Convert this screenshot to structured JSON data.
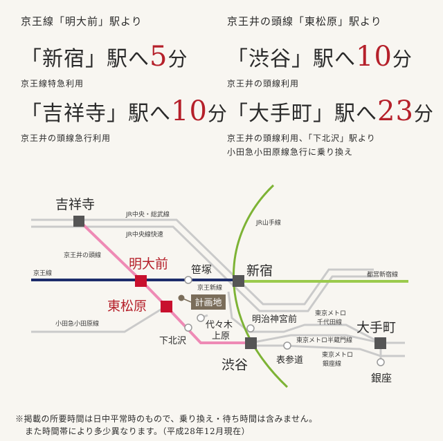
{
  "routes": [
    {
      "from": "京王線「明大前」駅より",
      "dest": "「新宿」駅へ",
      "time": "5",
      "unit": "分",
      "note": "京王線特急利用"
    },
    {
      "from": "",
      "dest": "「吉祥寺」駅へ",
      "time": "10",
      "unit": "分",
      "note": "京王井の頭線急行利用"
    },
    {
      "from": "京王井の頭線「東松原」駅より",
      "dest": "「渋谷」駅へ",
      "time": "10",
      "unit": "分",
      "note": "京王井の頭線利用"
    },
    {
      "from": "",
      "dest": "「大手町」駅へ",
      "time": "23",
      "unit": "分",
      "note": "京王井の頭線利用、「下北沢」駅より",
      "note2": "小田急小田原線急行に乗り換え"
    }
  ],
  "map": {
    "stations": {
      "kichijoji": "吉祥寺",
      "meidaimae": "明大前",
      "higashimatsubara": "東松原",
      "sasazuka": "笹塚",
      "shinjuku": "新宿",
      "shibuya": "渋谷",
      "shimokitazawa": "下北沢",
      "yoyogiuehara_1": "代々木",
      "yoyogiuehara_2": "上原",
      "meijijingumae": "明治神宮前",
      "omotesando": "表参道",
      "otemachi": "大手町",
      "ginza": "銀座"
    },
    "lines": {
      "chuo_sobu": "JR中央・総武線",
      "chuo_rapid": "JR中央線快速",
      "inokashira": "京王井の頭線",
      "keio": "京王線",
      "keio_new": "京王新線",
      "yamanote": "JR山手線",
      "toei_shinjuku": "都営新宿線",
      "odakyu": "小田急小田原線",
      "chiyoda_1": "東京メトロ",
      "chiyoda_2": "千代田線",
      "hanzomon": "東京メトロ半蔵門線",
      "ginza_1": "東京メトロ",
      "ginza_2": "銀座線"
    },
    "site_label": "計画地",
    "colors": {
      "inokashira": "#ee8ab5",
      "keio": "#1d2c6b",
      "yamanote": "#7db335",
      "grey": "#c8c8c8",
      "accent": "#b5202a",
      "site": "#7a6d5a"
    }
  },
  "footnote": {
    "line1": "※掲載の所要時間は日中平常時のもので、乗り換え・待ち時間は含みません。",
    "line2": "また時間帯により多少異なります。（平成28年12月現在）"
  }
}
